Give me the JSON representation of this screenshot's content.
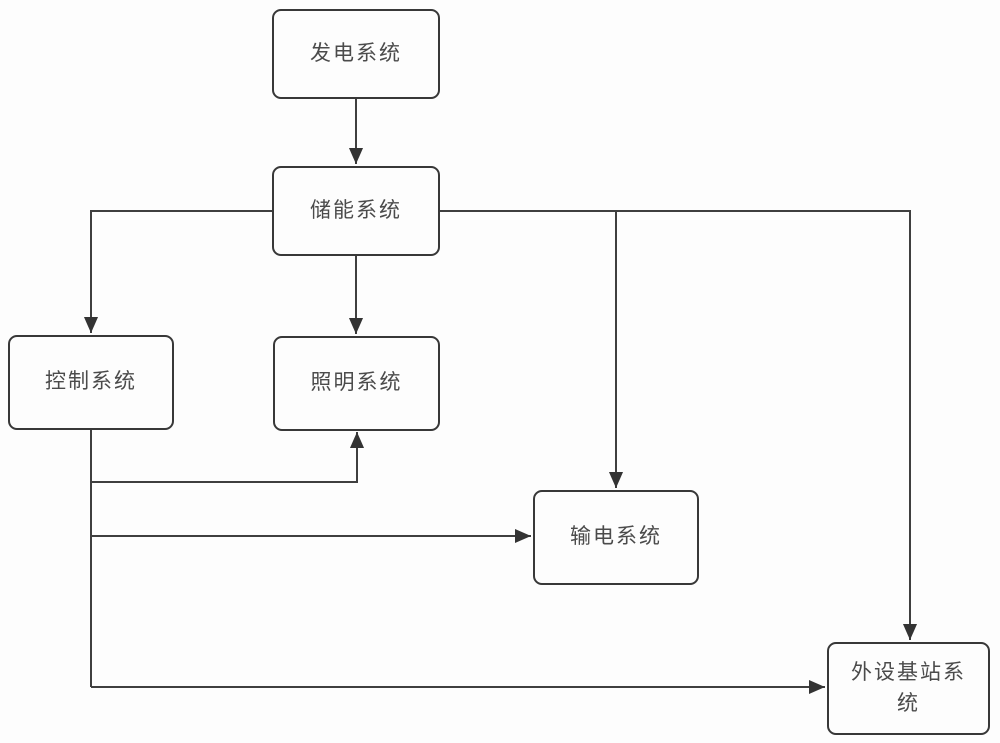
{
  "diagram": {
    "type": "flowchart",
    "nodes": [
      {
        "id": "generation",
        "label": "发电系统"
      },
      {
        "id": "storage",
        "label": "储能系统"
      },
      {
        "id": "control",
        "label": "控制系统"
      },
      {
        "id": "lighting",
        "label": "照明系统"
      },
      {
        "id": "transmission",
        "label": "输电系统"
      },
      {
        "id": "peripheral-base",
        "label": "外设基站系统"
      }
    ],
    "edges": [
      {
        "from": "发电系统",
        "to": "储能系统"
      },
      {
        "from": "储能系统",
        "to": "控制系统"
      },
      {
        "from": "储能系统",
        "to": "照明系统"
      },
      {
        "from": "储能系统",
        "to": "输电系统"
      },
      {
        "from": "储能系统",
        "to": "外设基站系统"
      },
      {
        "from": "控制系统",
        "to": "照明系统"
      },
      {
        "from": "控制系统",
        "to": "输电系统"
      },
      {
        "from": "控制系统",
        "to": "外设基站系统"
      }
    ],
    "colors": {
      "line": "#3f3f3f",
      "border": "#383838",
      "text": "#4b4b4b",
      "background": "#fdfdfd"
    }
  }
}
